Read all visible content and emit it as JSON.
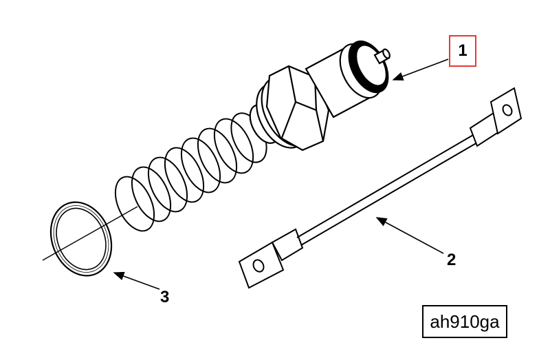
{
  "callouts": {
    "item_1": "1",
    "item_2": "2",
    "item_3": "3"
  },
  "figure_id": "ah910ga",
  "colors": {
    "line": "#000000",
    "highlight": "#e53935",
    "background": "#ffffff"
  }
}
